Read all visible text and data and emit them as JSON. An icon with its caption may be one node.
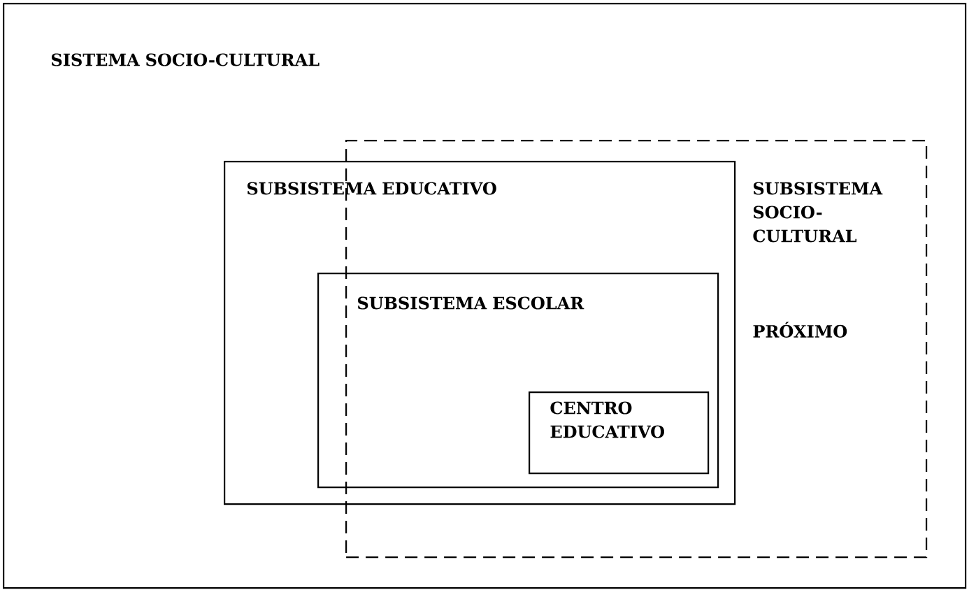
{
  "diagram": {
    "nodes": [
      {
        "text": [
          "SISTEMA SOCIO-CULTURAL"
        ]
      },
      {
        "text": [
          "SUBSISTEMA EDUCATIVO"
        ],
        "in": 0
      },
      {
        "text": [
          "SUBSISTEMA SOCIO-CULTURAL",
          "PRÓXIMO"
        ],
        "in": 0
      },
      {
        "text": [
          "SUBSISTEMA ESCOLAR"
        ],
        "in": 1
      },
      {
        "text": [
          "CENTRO EDUCATIVO"
        ],
        "in": 3
      }
    ]
  }
}
